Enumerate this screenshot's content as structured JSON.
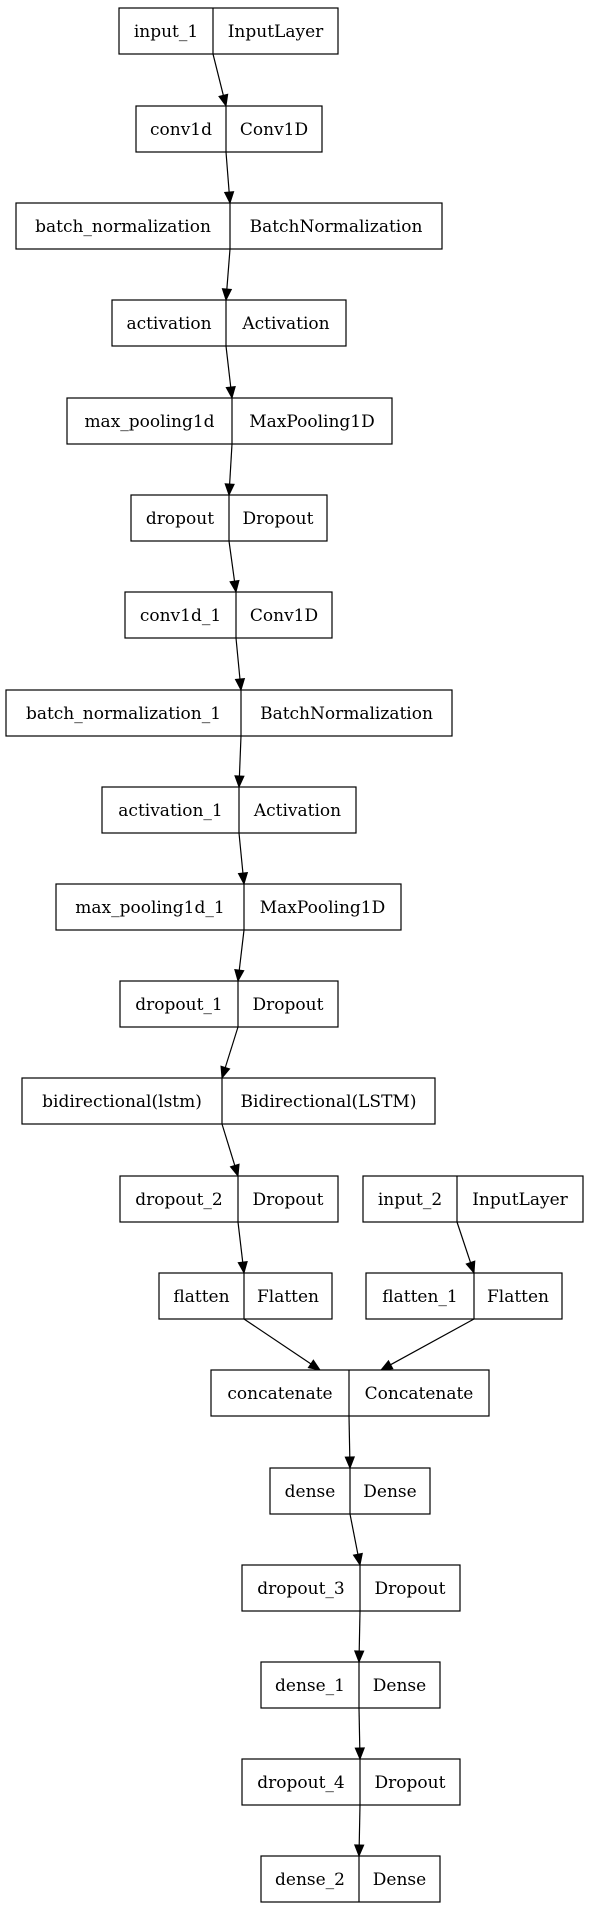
{
  "diagram": {
    "nodes": [
      {
        "id": "input_1",
        "name": "input_1",
        "type": "InputLayer"
      },
      {
        "id": "conv1d",
        "name": "conv1d",
        "type": "Conv1D"
      },
      {
        "id": "batch_normalization",
        "name": "batch_normalization",
        "type": "BatchNormalization"
      },
      {
        "id": "activation",
        "name": "activation",
        "type": "Activation"
      },
      {
        "id": "max_pooling1d",
        "name": "max_pooling1d",
        "type": "MaxPooling1D"
      },
      {
        "id": "dropout",
        "name": "dropout",
        "type": "Dropout"
      },
      {
        "id": "conv1d_1",
        "name": "conv1d_1",
        "type": "Conv1D"
      },
      {
        "id": "batch_normalization_1",
        "name": "batch_normalization_1",
        "type": "BatchNormalization"
      },
      {
        "id": "activation_1",
        "name": "activation_1",
        "type": "Activation"
      },
      {
        "id": "max_pooling1d_1",
        "name": "max_pooling1d_1",
        "type": "MaxPooling1D"
      },
      {
        "id": "dropout_1",
        "name": "dropout_1",
        "type": "Dropout"
      },
      {
        "id": "bidirectional",
        "name": "bidirectional(lstm)",
        "type": "Bidirectional(LSTM)"
      },
      {
        "id": "dropout_2",
        "name": "dropout_2",
        "type": "Dropout"
      },
      {
        "id": "input_2",
        "name": "input_2",
        "type": "InputLayer"
      },
      {
        "id": "flatten",
        "name": "flatten",
        "type": "Flatten"
      },
      {
        "id": "flatten_1",
        "name": "flatten_1",
        "type": "Flatten"
      },
      {
        "id": "concatenate",
        "name": "concatenate",
        "type": "Concatenate"
      },
      {
        "id": "dense",
        "name": "dense",
        "type": "Dense"
      },
      {
        "id": "dropout_3",
        "name": "dropout_3",
        "type": "Dropout"
      },
      {
        "id": "dense_1",
        "name": "dense_1",
        "type": "Dense"
      },
      {
        "id": "dropout_4",
        "name": "dropout_4",
        "type": "Dropout"
      },
      {
        "id": "dense_2",
        "name": "dense_2",
        "type": "Dense"
      }
    ],
    "edges": [
      {
        "from": "input_1",
        "to": "conv1d"
      },
      {
        "from": "conv1d",
        "to": "batch_normalization"
      },
      {
        "from": "batch_normalization",
        "to": "activation"
      },
      {
        "from": "activation",
        "to": "max_pooling1d"
      },
      {
        "from": "max_pooling1d",
        "to": "dropout"
      },
      {
        "from": "dropout",
        "to": "conv1d_1"
      },
      {
        "from": "conv1d_1",
        "to": "batch_normalization_1"
      },
      {
        "from": "batch_normalization_1",
        "to": "activation_1"
      },
      {
        "from": "activation_1",
        "to": "max_pooling1d_1"
      },
      {
        "from": "max_pooling1d_1",
        "to": "dropout_1"
      },
      {
        "from": "dropout_1",
        "to": "bidirectional"
      },
      {
        "from": "bidirectional",
        "to": "dropout_2"
      },
      {
        "from": "dropout_2",
        "to": "flatten"
      },
      {
        "from": "input_2",
        "to": "flatten_1"
      },
      {
        "from": "flatten",
        "to": "concatenate"
      },
      {
        "from": "flatten_1",
        "to": "concatenate"
      },
      {
        "from": "concatenate",
        "to": "dense"
      },
      {
        "from": "dense",
        "to": "dropout_3"
      },
      {
        "from": "dropout_3",
        "to": "dense_1"
      },
      {
        "from": "dense_1",
        "to": "dropout_4"
      },
      {
        "from": "dropout_4",
        "to": "dense_2"
      }
    ]
  }
}
